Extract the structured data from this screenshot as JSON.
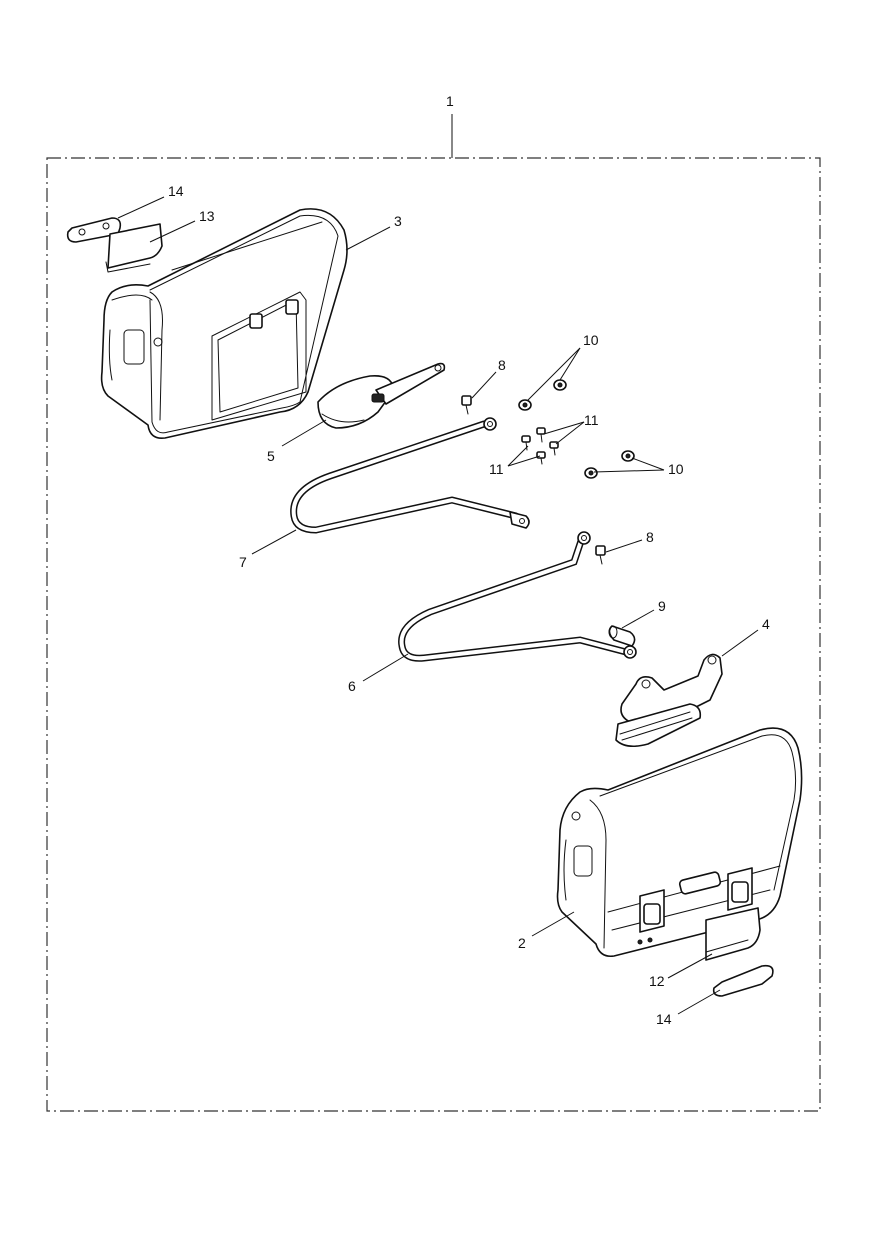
{
  "callouts": {
    "c1": "1",
    "c2": "2",
    "c3": "3",
    "c4": "4",
    "c5": "5",
    "c6": "6",
    "c7": "7",
    "c8a": "8",
    "c8b": "8",
    "c9": "9",
    "c10a": "10",
    "c10b": "10",
    "c11a": "11",
    "c11b": "11",
    "c12": "12",
    "c13": "13",
    "c14a": "14",
    "c14b": "14"
  }
}
